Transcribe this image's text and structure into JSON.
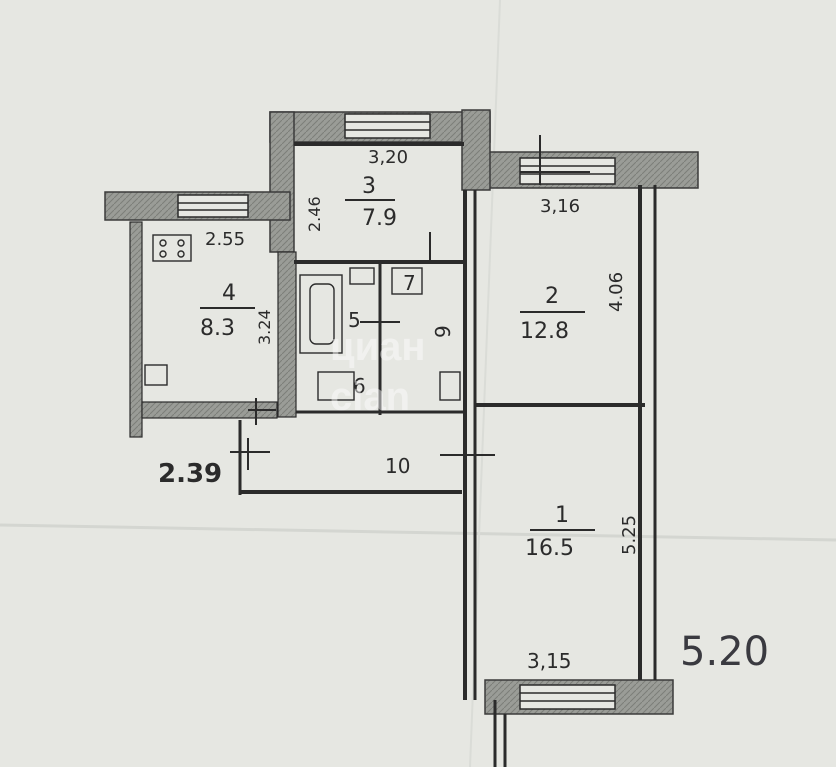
{
  "rooms": [
    {
      "id": "3",
      "area": "7.9",
      "width": "3,20",
      "depth": "2.46"
    },
    {
      "id": "4",
      "area": "8.3",
      "width": "2.55",
      "depth": "3.24"
    },
    {
      "id": "2",
      "area": "12.8",
      "width": "3,16",
      "depth": "4.06"
    },
    {
      "id": "1",
      "area": "16.5",
      "width": "3,15",
      "depth": "5.25"
    },
    {
      "id": "5"
    },
    {
      "id": "7"
    },
    {
      "id": "6"
    },
    {
      "id": "9"
    },
    {
      "id": "10",
      "width": "2.39"
    }
  ],
  "annotation_total": "5.20",
  "watermark": {
    "line1": "циан",
    "line2": "cian"
  },
  "colors": {
    "paper": "#e6e7e2",
    "wall": "#8f918c",
    "ink": "#2b2b2b"
  }
}
